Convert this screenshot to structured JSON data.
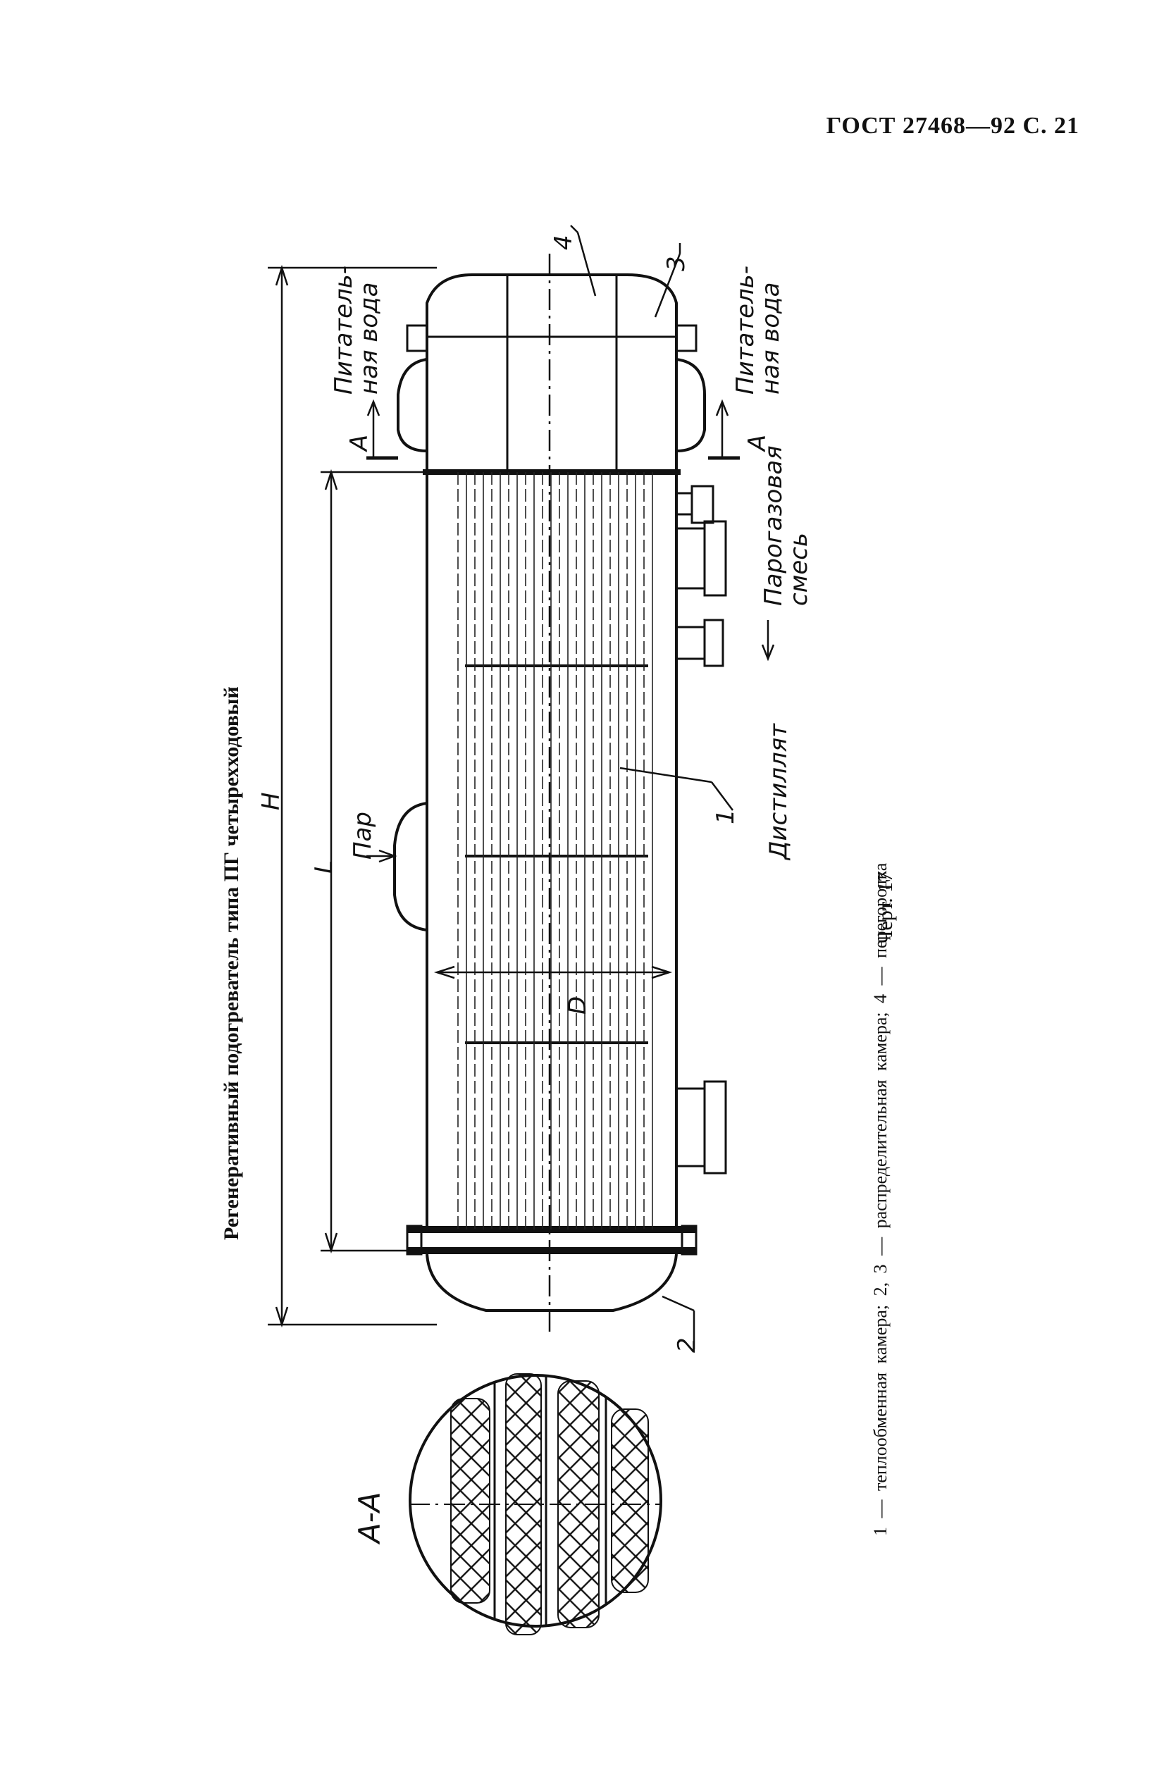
{
  "header": {
    "code": "ГОСТ 27468—92 С. 21"
  },
  "title": "Регенеративный подогреватель типа ПГ четырехходовый",
  "drawing": {
    "labels": {
      "feed_water_top": "Питатель-\nная вода",
      "feed_water_bottom": "Питатель-\nная вода",
      "steam": "Пар",
      "steam_gas_mix": "Парогазовая\nсмесь",
      "distillate": "Дистиллят",
      "section_a_top": "А",
      "section_a_bottom": "А",
      "section_view": "А-А",
      "dim_h": "H",
      "dim_l": "L",
      "dim_d": "D",
      "part_1": "1",
      "part_2": "2",
      "part_3": "3",
      "part_4": "4"
    }
  },
  "caption": {
    "line1": "1 — теплообменная камера; 2, 3 — распределительная камера; 4 — перегородка",
    "figure": "Черт. 17"
  }
}
